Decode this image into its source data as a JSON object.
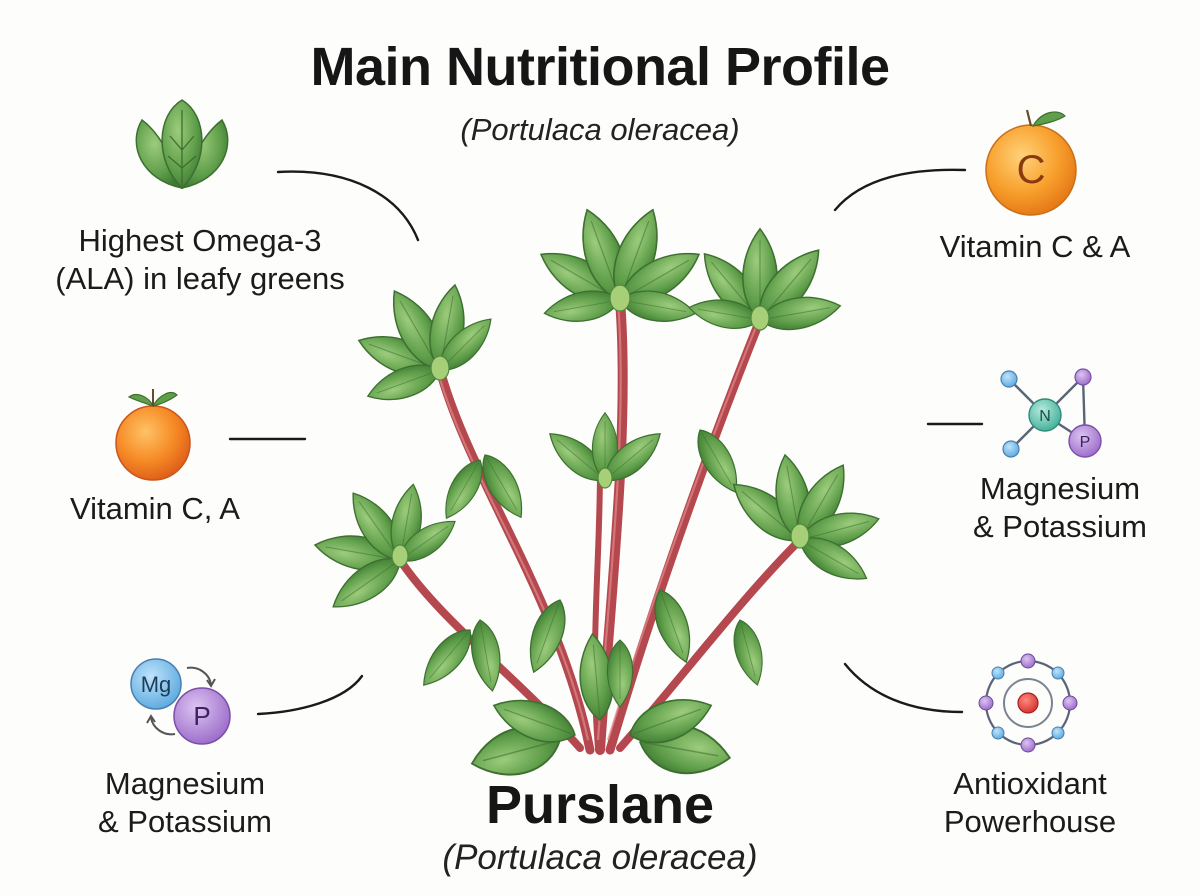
{
  "header": {
    "title": "Main Nutritional Profile",
    "subtitle": "(Portulaca oleracea)"
  },
  "plant": {
    "name": "Purslane",
    "scientific_name": "(Portulaca oleracea)",
    "illustration": "purslane-plant-watercolor"
  },
  "nutrients": {
    "omega3": {
      "label_line1": "Highest Omega-3",
      "label_line2": "(ALA) in leafy greens",
      "icon": "leafy-greens-icon"
    },
    "vitamin_ca_right": {
      "label": "Vitamin C & A",
      "icon": "orange-vitamin-c-icon",
      "icon_text": "C"
    },
    "vitamin_ca_left": {
      "label": "Vitamin C, A",
      "icon": "orange-icon"
    },
    "mg_k_right": {
      "label_line1": "Magnesium",
      "label_line2": "& Potassium",
      "icon": "molecule-icon",
      "atom1": "N",
      "atom2": "P"
    },
    "mg_k_left": {
      "label_line1": "Magnesium",
      "label_line2": "& Potassium",
      "icon": "mineral-cycle-icon",
      "atom1": "Mg",
      "atom2": "P"
    },
    "antioxidant": {
      "label_line1": "Antioxidant",
      "label_line2": "Powerhouse",
      "icon": "atom-icon"
    }
  },
  "colors": {
    "leaf": "#5f9e4a",
    "leaf_dark": "#3f7a34",
    "stem": "#b5484f",
    "orange": "#f58a2a",
    "connector": "#1a1a1a",
    "blue_atom": "#6fb6e8",
    "purple_atom": "#a77bd2",
    "teal_atom": "#4fb8a4"
  }
}
